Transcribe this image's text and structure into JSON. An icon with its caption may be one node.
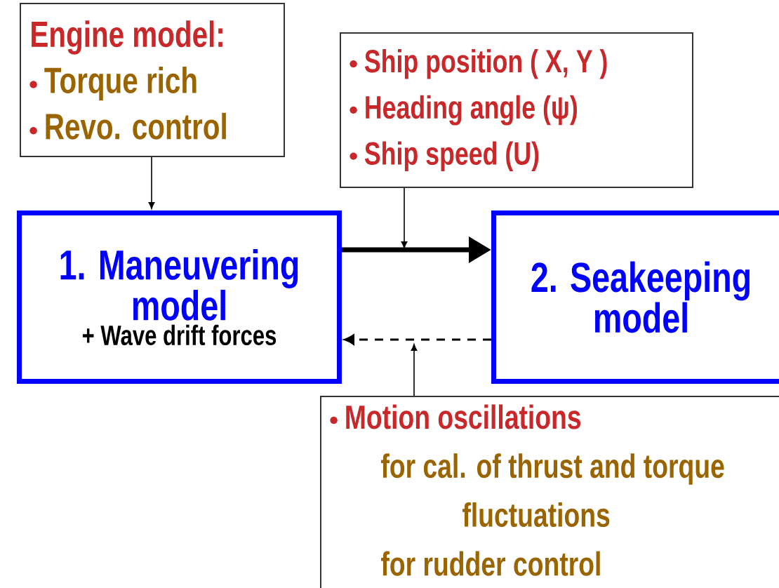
{
  "diagram": {
    "nodes": [
      {
        "text": [
          "Engine model:",
          "Torque rich",
          "Revo. control"
        ]
      },
      {
        "text": [
          "Ship position ( X, Y )",
          "Heading angle (ψ)",
          "Ship speed (U)"
        ]
      },
      {
        "text": [
          "1. Maneuvering model",
          "+ Wave drift forces"
        ]
      },
      {
        "text": [
          "2. Seakeeping model"
        ]
      },
      {
        "text": [
          "Motion oscillations",
          "for cal. of thrust and torque fluctuations",
          "for rudder control"
        ]
      }
    ],
    "edges": [
      {
        "from": 0,
        "to": 2,
        "arrow": "to"
      },
      {
        "from": 2,
        "to": 3,
        "arrow": "to",
        "style": "thick"
      },
      {
        "from": 1,
        "to": null,
        "arrow": "to"
      },
      {
        "from": 3,
        "to": 2,
        "arrow": "to",
        "style": "dashed"
      },
      {
        "from": 4,
        "to": null,
        "arrow": "to"
      }
    ]
  }
}
